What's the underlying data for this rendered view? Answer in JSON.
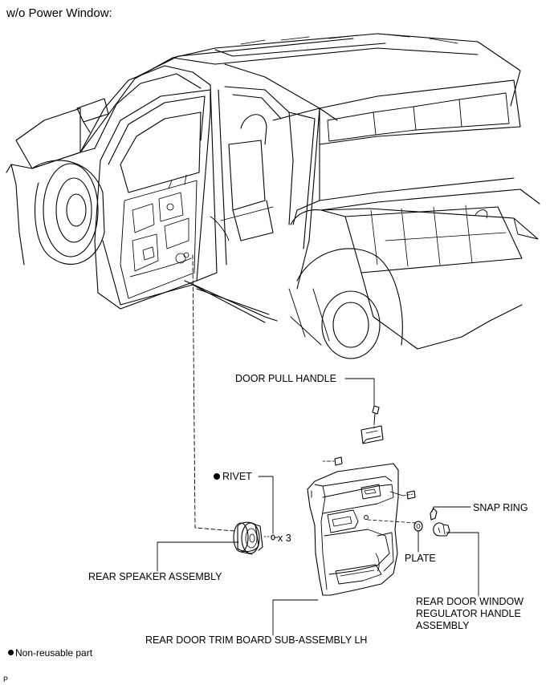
{
  "header": {
    "title": "w/o Power Window:"
  },
  "labels": {
    "door_pull_handle": "DOOR PULL HANDLE",
    "rivet": "RIVET",
    "quantity": "x 3",
    "snap_ring": "SNAP RING",
    "plate": "PLATE",
    "rear_speaker": "REAR SPEAKER ASSEMBLY",
    "handle_line1": "REAR DOOR WINDOW",
    "handle_line2": "REGULATOR HANDLE",
    "handle_line3": "ASSEMBLY",
    "trim_board": "REAR DOOR TRIM BOARD SUB-ASSEMBLY LH"
  },
  "legend": {
    "text": "Non-reusable part"
  },
  "footer": {
    "code": "P"
  }
}
